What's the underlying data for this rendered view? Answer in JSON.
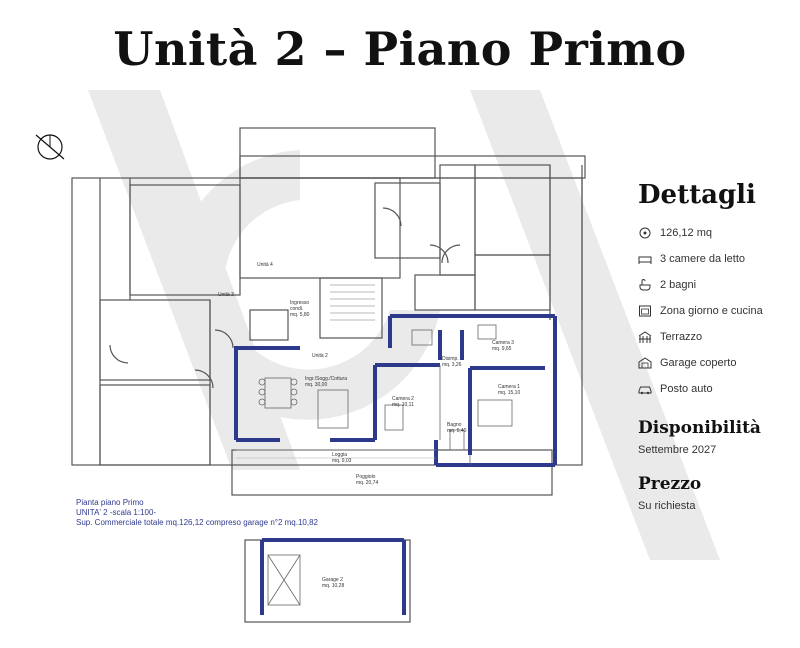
{
  "title": "Unità 2 – Piano Primo",
  "panel": {
    "details_heading": "Dettagli",
    "features": [
      {
        "icon": "area-icon",
        "text": "126,12 mq"
      },
      {
        "icon": "bed-icon",
        "text": "3 camere da letto"
      },
      {
        "icon": "bath-icon",
        "text": "2 bagni"
      },
      {
        "icon": "kitchen-icon",
        "text": "Zona giorno e cucina"
      },
      {
        "icon": "terrace-icon",
        "text": "Terrazzo"
      },
      {
        "icon": "garage-icon",
        "text": "Garage coperto"
      },
      {
        "icon": "car-icon",
        "text": "Posto auto"
      }
    ],
    "availability_heading": "Disponibilità",
    "availability_value": "Settembre 2027",
    "price_heading": "Prezzo",
    "price_value": "Su richiesta"
  },
  "plan": {
    "caption": {
      "line1": "Pianta piano Primo",
      "line2": "UNITA' 2 -scala 1:100-",
      "line3": "Sup. Commerciale totale mq.126,12 compreso garage n°2 mq.10,82"
    },
    "labels": {
      "unita4": "Unità 4",
      "unita3": "Unità 3",
      "unita2": "Unità 2",
      "ingresso": "Ingresso",
      "ingresso2": "condi.",
      "ingresso_mq": "mq. 5,80",
      "soggiorno": "Ingr./Sogg./Cottura",
      "soggiorno_mq": "mq. 30,00",
      "camera2": "Camera 2",
      "camera2_mq": "mq. 10,11",
      "camera3": "Camera 3",
      "camera3_mq": "mq. 9,65",
      "camera1": "Camera 1",
      "camera1_mq": "mq. 15,10",
      "disimpegno": "Disimp.",
      "disimpegno_mq": "mq. 3,26",
      "bagno": "Bagno",
      "bagno_mq": "mq. 5,40",
      "loggia": "Loggia",
      "loggia_mq": "mq. 9,03",
      "poggiolo": "Poggiolo",
      "poggiolo_mq": "mq. 20,74",
      "garage": "Garage 2",
      "garage_mq": "mq. 10,28"
    }
  }
}
